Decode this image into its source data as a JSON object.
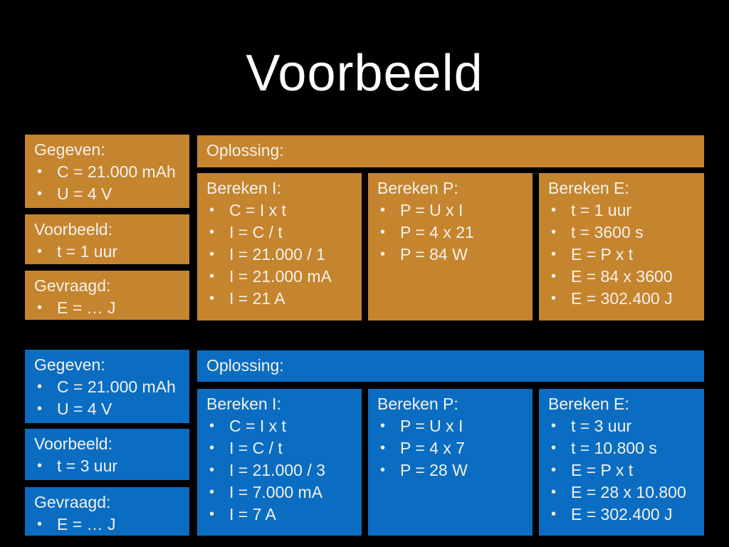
{
  "title": "Voorbeeld",
  "glyphs": {
    "bullet": "•"
  },
  "colors": {
    "background": "#000000",
    "orange": "#c5842e",
    "blue": "#0a6dc2",
    "text": "#f4f1ea",
    "title_text": "#ffffff"
  },
  "sections": [
    {
      "name": "example-1-hour",
      "color": "#c5842e",
      "given": {
        "heading": "Gegeven:",
        "items": [
          "C = 21.000 mAh",
          "U = 4 V"
        ]
      },
      "example": {
        "heading": "Voorbeeld:",
        "items": [
          "t = 1 uur"
        ]
      },
      "asked": {
        "heading": "Gevraagd:",
        "items": [
          "E = … J"
        ]
      },
      "solution_heading": "Oplossing:",
      "steps": [
        {
          "heading": "Bereken I:",
          "items": [
            "C = I x t",
            "I = C / t",
            "I = 21.000 / 1",
            "I = 21.000 mA",
            "I = 21 A"
          ]
        },
        {
          "heading": "Bereken P:",
          "items": [
            "P = U x I",
            "P = 4 x 21",
            "P = 84 W"
          ]
        },
        {
          "heading": "Bereken E:",
          "items": [
            "t = 1 uur",
            "t = 3600 s",
            "E = P x t",
            "E = 84 x 3600",
            "E = 302.400 J"
          ]
        }
      ]
    },
    {
      "name": "example-3-hours",
      "color": "#0a6dc2",
      "given": {
        "heading": "Gegeven:",
        "items": [
          "C = 21.000 mAh",
          "U = 4 V"
        ]
      },
      "example": {
        "heading": "Voorbeeld:",
        "items": [
          "t = 3 uur"
        ]
      },
      "asked": {
        "heading": "Gevraagd:",
        "items": [
          "E = … J"
        ]
      },
      "solution_heading": "Oplossing:",
      "steps": [
        {
          "heading": "Bereken I:",
          "items": [
            "C = I x t",
            "I = C / t",
            "I = 21.000 / 3",
            "I = 7.000 mA",
            "I = 7 A"
          ]
        },
        {
          "heading": "Bereken P:",
          "items": [
            "P = U x I",
            "P = 4 x 7",
            "P = 28 W"
          ]
        },
        {
          "heading": "Bereken E:",
          "items": [
            "t = 3 uur",
            "t = 10.800 s",
            "E = P x t",
            "E = 28 x 10.800",
            "E = 302.400 J"
          ]
        }
      ]
    }
  ]
}
